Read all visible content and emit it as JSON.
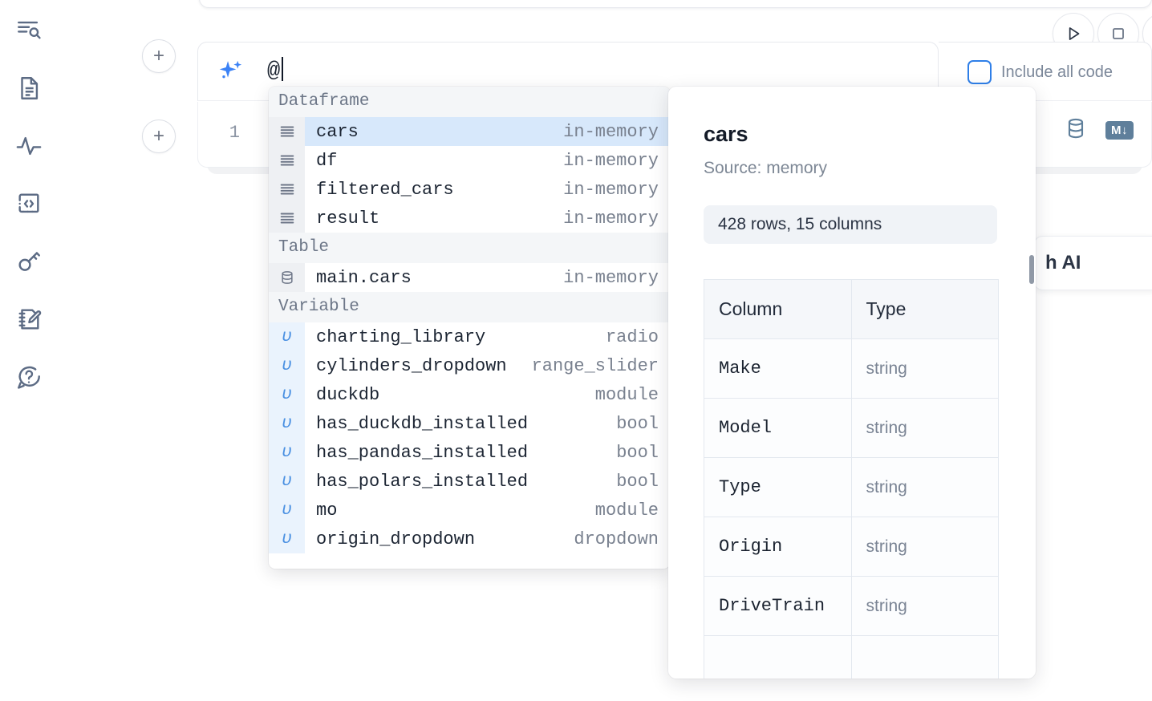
{
  "rail": {
    "items": [
      {
        "name": "file-explorer-icon",
        "label": "File explorer"
      },
      {
        "name": "document-icon",
        "label": "Notebook"
      },
      {
        "name": "activity-icon",
        "label": "Activity"
      },
      {
        "name": "code-brackets-icon",
        "label": "Snippets"
      },
      {
        "name": "key-icon",
        "label": "Secrets"
      },
      {
        "name": "scratchpad-icon",
        "label": "Scratchpad"
      },
      {
        "name": "help-icon",
        "label": "Help"
      }
    ]
  },
  "toolbar": {
    "run_label": "Run",
    "stop_label": "Interrupt",
    "include_all_code_label": "Include all code",
    "include_all_code_checked": false,
    "accent_color": "#2f7fe8"
  },
  "ai_prompt": {
    "value": "@",
    "icon": "sparkle-icon"
  },
  "cell": {
    "line_number": "1",
    "database_icon": "database-icon",
    "markdown_badge": "M↓"
  },
  "ai_chip": {
    "label": "h AI"
  },
  "autocomplete": {
    "groups": [
      {
        "label": "Dataframe",
        "icon": "dataframe-icon",
        "kind": "dataframe",
        "items": [
          {
            "name": "cars",
            "meta": "in-memory",
            "selected": true
          },
          {
            "name": "df",
            "meta": "in-memory",
            "selected": false
          },
          {
            "name": "filtered_cars",
            "meta": "in-memory",
            "selected": false
          },
          {
            "name": "result",
            "meta": "in-memory",
            "selected": false
          }
        ]
      },
      {
        "label": "Table",
        "icon": "table-icon",
        "kind": "table",
        "items": [
          {
            "name": "main.cars",
            "meta": "in-memory",
            "selected": false
          }
        ]
      },
      {
        "label": "Variable",
        "icon": "variable-icon",
        "kind": "variable",
        "items": [
          {
            "name": "charting_library",
            "meta": "radio",
            "selected": false
          },
          {
            "name": "cylinders_dropdown",
            "meta": "range_slider",
            "selected": false
          },
          {
            "name": "duckdb",
            "meta": "module",
            "selected": false
          },
          {
            "name": "has_duckdb_installed",
            "meta": "bool",
            "selected": false
          },
          {
            "name": "has_pandas_installed",
            "meta": "bool",
            "selected": false
          },
          {
            "name": "has_polars_installed",
            "meta": "bool",
            "selected": false
          },
          {
            "name": "mo",
            "meta": "module",
            "selected": false
          },
          {
            "name": "origin_dropdown",
            "meta": "dropdown",
            "selected": false
          }
        ]
      }
    ]
  },
  "preview": {
    "title": "cars",
    "source": "Source: memory",
    "shape": "428 rows, 15 columns",
    "headers": [
      "Column",
      "Type"
    ],
    "rows": [
      {
        "column": "Make",
        "type": "string"
      },
      {
        "column": "Model",
        "type": "string"
      },
      {
        "column": "Type",
        "type": "string"
      },
      {
        "column": "Origin",
        "type": "string"
      },
      {
        "column": "DriveTrain",
        "type": "string"
      }
    ]
  }
}
